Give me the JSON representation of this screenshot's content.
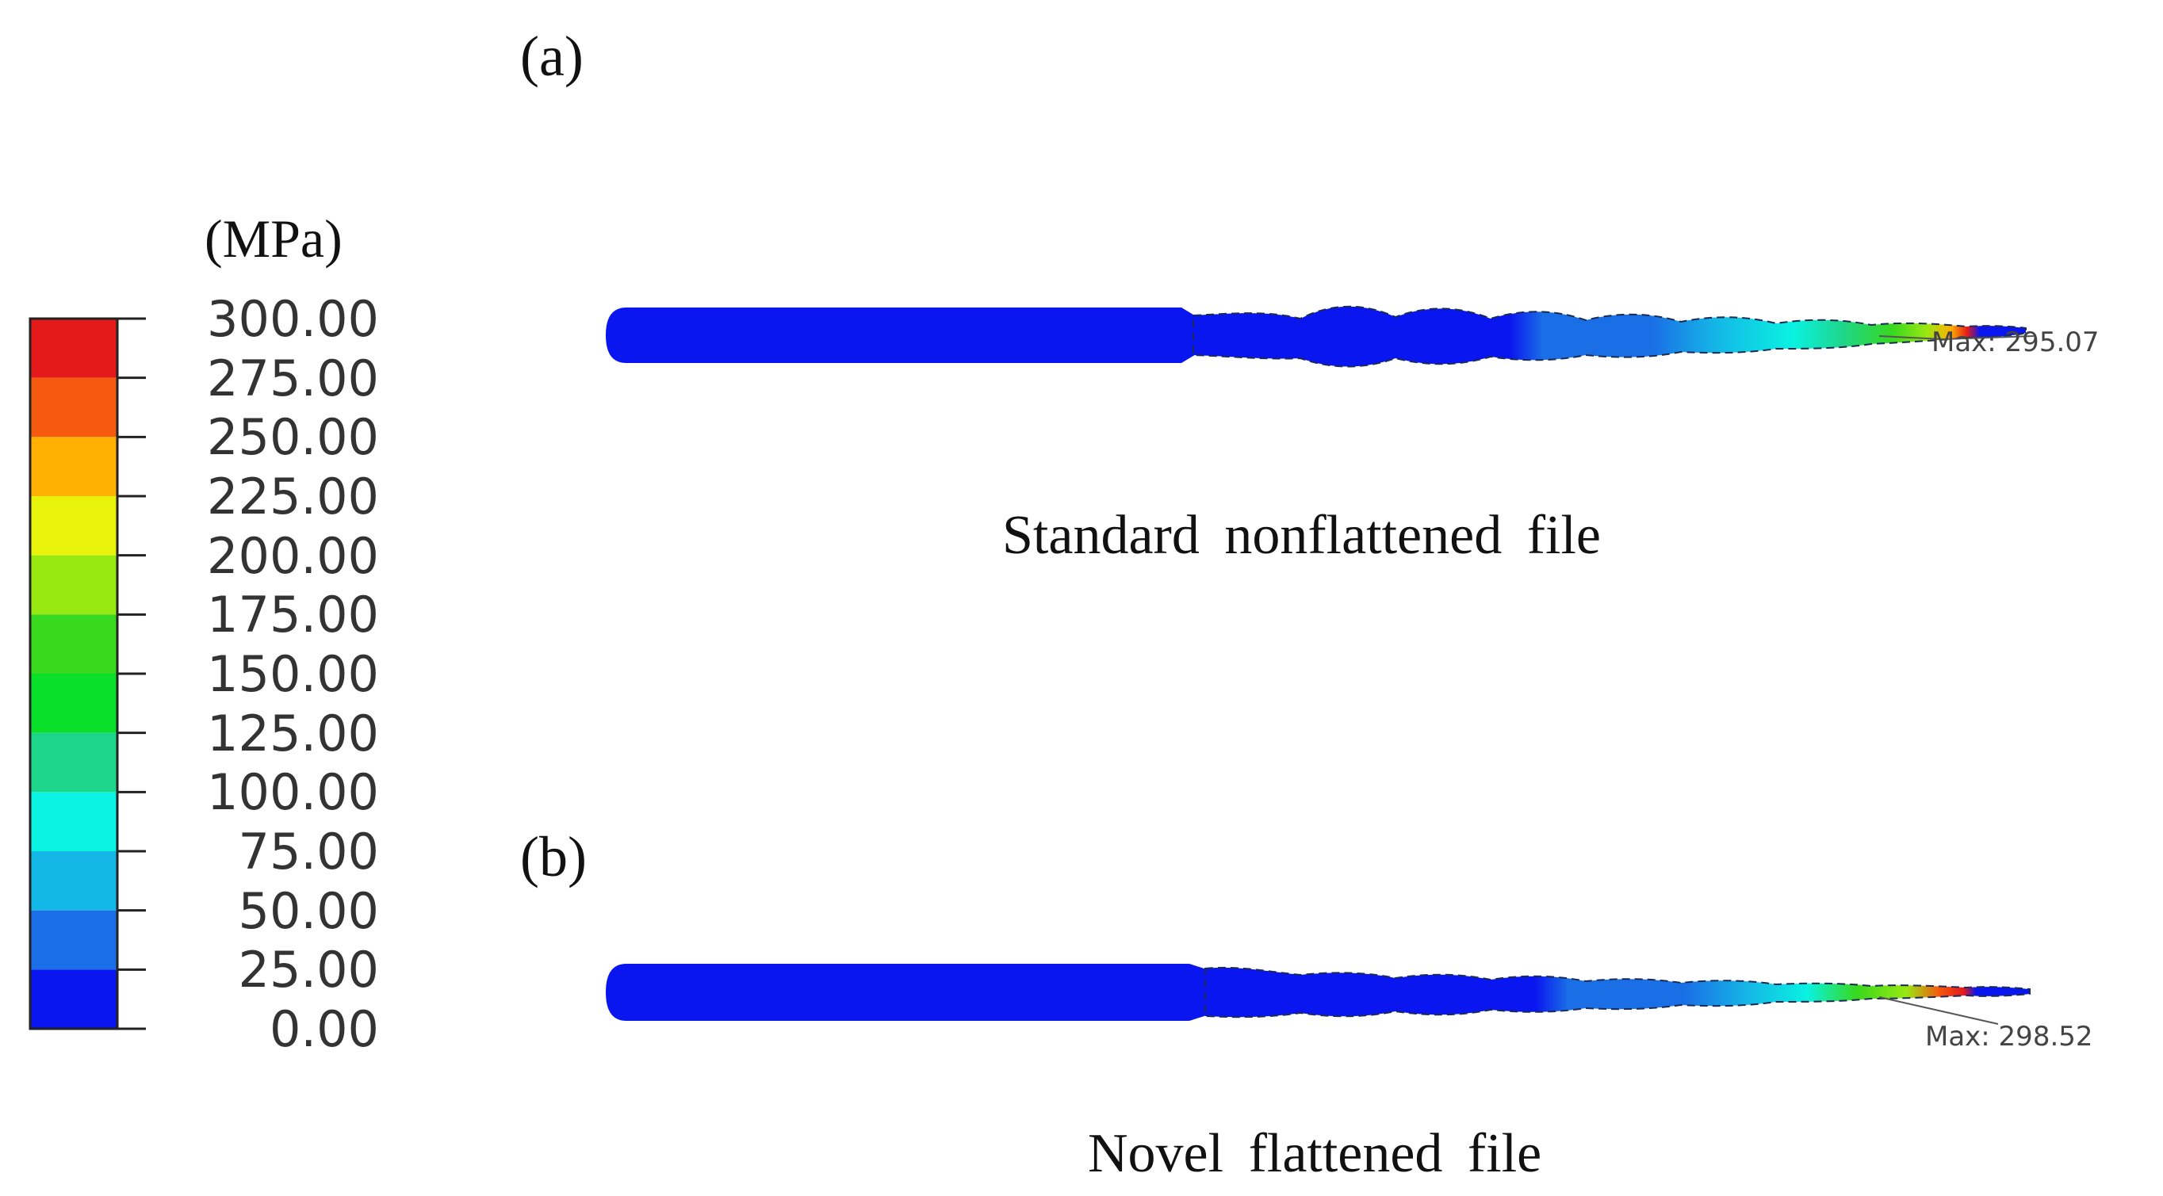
{
  "panels": {
    "a": {
      "label": "(a)",
      "caption": "Standard nonflattened file",
      "max_label": "Max: 295.07"
    },
    "b": {
      "label": "(b)",
      "caption": "Novel flattened file",
      "max_label": "Max: 298.52"
    }
  },
  "legend": {
    "unit": "(MPa)",
    "ticks": [
      "300.00",
      "275.00",
      "250.00",
      "225.00",
      "200.00",
      "175.00",
      "150.00",
      "125.00",
      "100.00",
      "75.00",
      "50.00",
      "25.00",
      "0.00"
    ],
    "bands_top_to_bottom": [
      "#e41a1a",
      "#f55a0e",
      "#ffb000",
      "#e8f20a",
      "#98e812",
      "#38d81e",
      "#08e02a",
      "#1ed68a",
      "#0af2e2",
      "#14b8e6",
      "#1a6ee6",
      "#0a16f0"
    ]
  }
}
